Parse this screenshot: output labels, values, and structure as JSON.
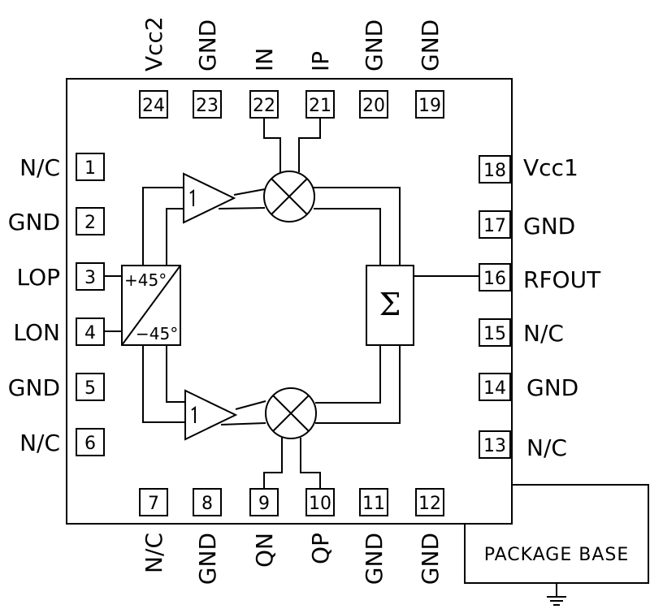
{
  "pins": {
    "top": [
      {
        "num": "24",
        "name": "Vcc2"
      },
      {
        "num": "23",
        "name": "GND"
      },
      {
        "num": "22",
        "name": "IN"
      },
      {
        "num": "21",
        "name": "IP"
      },
      {
        "num": "20",
        "name": "GND"
      },
      {
        "num": "19",
        "name": "GND"
      }
    ],
    "left": [
      {
        "num": "1",
        "name": "N/C"
      },
      {
        "num": "2",
        "name": "GND"
      },
      {
        "num": "3",
        "name": "LOP"
      },
      {
        "num": "4",
        "name": "LON"
      },
      {
        "num": "5",
        "name": "GND"
      },
      {
        "num": "6",
        "name": "N/C"
      }
    ],
    "right": [
      {
        "num": "18",
        "name": "Vcc1"
      },
      {
        "num": "17",
        "name": "GND"
      },
      {
        "num": "16",
        "name": "RFOUT"
      },
      {
        "num": "15",
        "name": "N/C"
      },
      {
        "num": "14",
        "name": "GND"
      },
      {
        "num": "13",
        "name": "N/C"
      }
    ],
    "bottom": [
      {
        "num": "7",
        "name": "N/C"
      },
      {
        "num": "8",
        "name": "GND"
      },
      {
        "num": "9",
        "name": "QN"
      },
      {
        "num": "10",
        "name": "QP"
      },
      {
        "num": "11",
        "name": "GND"
      },
      {
        "num": "12",
        "name": "GND"
      }
    ]
  },
  "phase_shifter": {
    "top_label": "+45°",
    "bottom_label": "−45°"
  },
  "summer_symbol": "Σ",
  "package_base_label": "PACKAGE BASE"
}
